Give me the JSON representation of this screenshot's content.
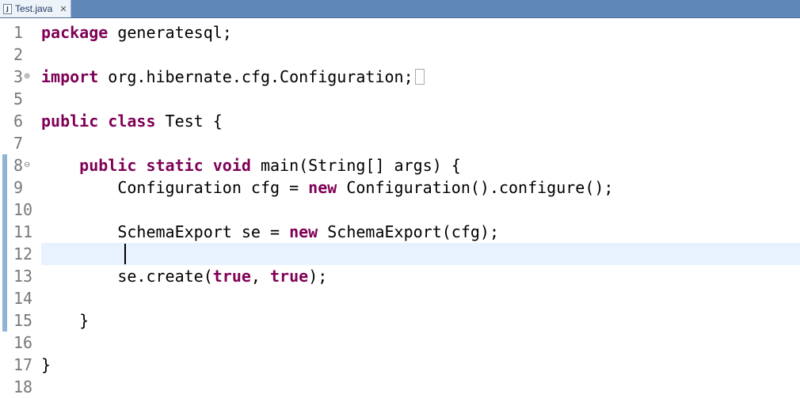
{
  "tab": {
    "label": "Test.java",
    "icon": "java-file-icon",
    "close_glyph": "✕"
  },
  "lines": [
    {
      "num": "1",
      "tokens": [
        {
          "t": "package",
          "kw": true
        },
        {
          "t": " generatesql;"
        }
      ]
    },
    {
      "num": "2",
      "tokens": []
    },
    {
      "num": "3",
      "tokens": [
        {
          "t": "import",
          "kw": true
        },
        {
          "t": " org.hibernate.cfg.Configuration;"
        }
      ],
      "fold": "⊕",
      "collapsed": true
    },
    {
      "num": "5",
      "tokens": []
    },
    {
      "num": "6",
      "tokens": [
        {
          "t": "public class",
          "kw": true
        },
        {
          "t": " Test {"
        }
      ]
    },
    {
      "num": "7",
      "tokens": []
    },
    {
      "num": "8",
      "tokens": [
        {
          "t": "    "
        },
        {
          "t": "public static void",
          "kw": true
        },
        {
          "t": " main(String[] args) {"
        }
      ],
      "fold": "⊖"
    },
    {
      "num": "9",
      "tokens": [
        {
          "t": "        Configuration cfg = "
        },
        {
          "t": "new",
          "kw": true
        },
        {
          "t": " Configuration().configure();"
        }
      ]
    },
    {
      "num": "10",
      "tokens": []
    },
    {
      "num": "11",
      "tokens": [
        {
          "t": "        SchemaExport se = "
        },
        {
          "t": "new",
          "kw": true
        },
        {
          "t": " SchemaExport(cfg);"
        }
      ]
    },
    {
      "num": "12",
      "tokens": [],
      "current": true
    },
    {
      "num": "13",
      "tokens": [
        {
          "t": "        se.create("
        },
        {
          "t": "true",
          "kw": true
        },
        {
          "t": ", "
        },
        {
          "t": "true",
          "kw": true
        },
        {
          "t": ");"
        }
      ]
    },
    {
      "num": "14",
      "tokens": []
    },
    {
      "num": "15",
      "tokens": [
        {
          "t": "    }"
        }
      ]
    },
    {
      "num": "16",
      "tokens": []
    },
    {
      "num": "17",
      "tokens": [
        {
          "t": "}"
        }
      ]
    },
    {
      "num": "18",
      "tokens": []
    }
  ],
  "colors": {
    "keyword": "#7f0055",
    "current_line": "#e8f2fe",
    "tab_bar": "#5f87b8",
    "change_marker": "#8fb4d6"
  }
}
